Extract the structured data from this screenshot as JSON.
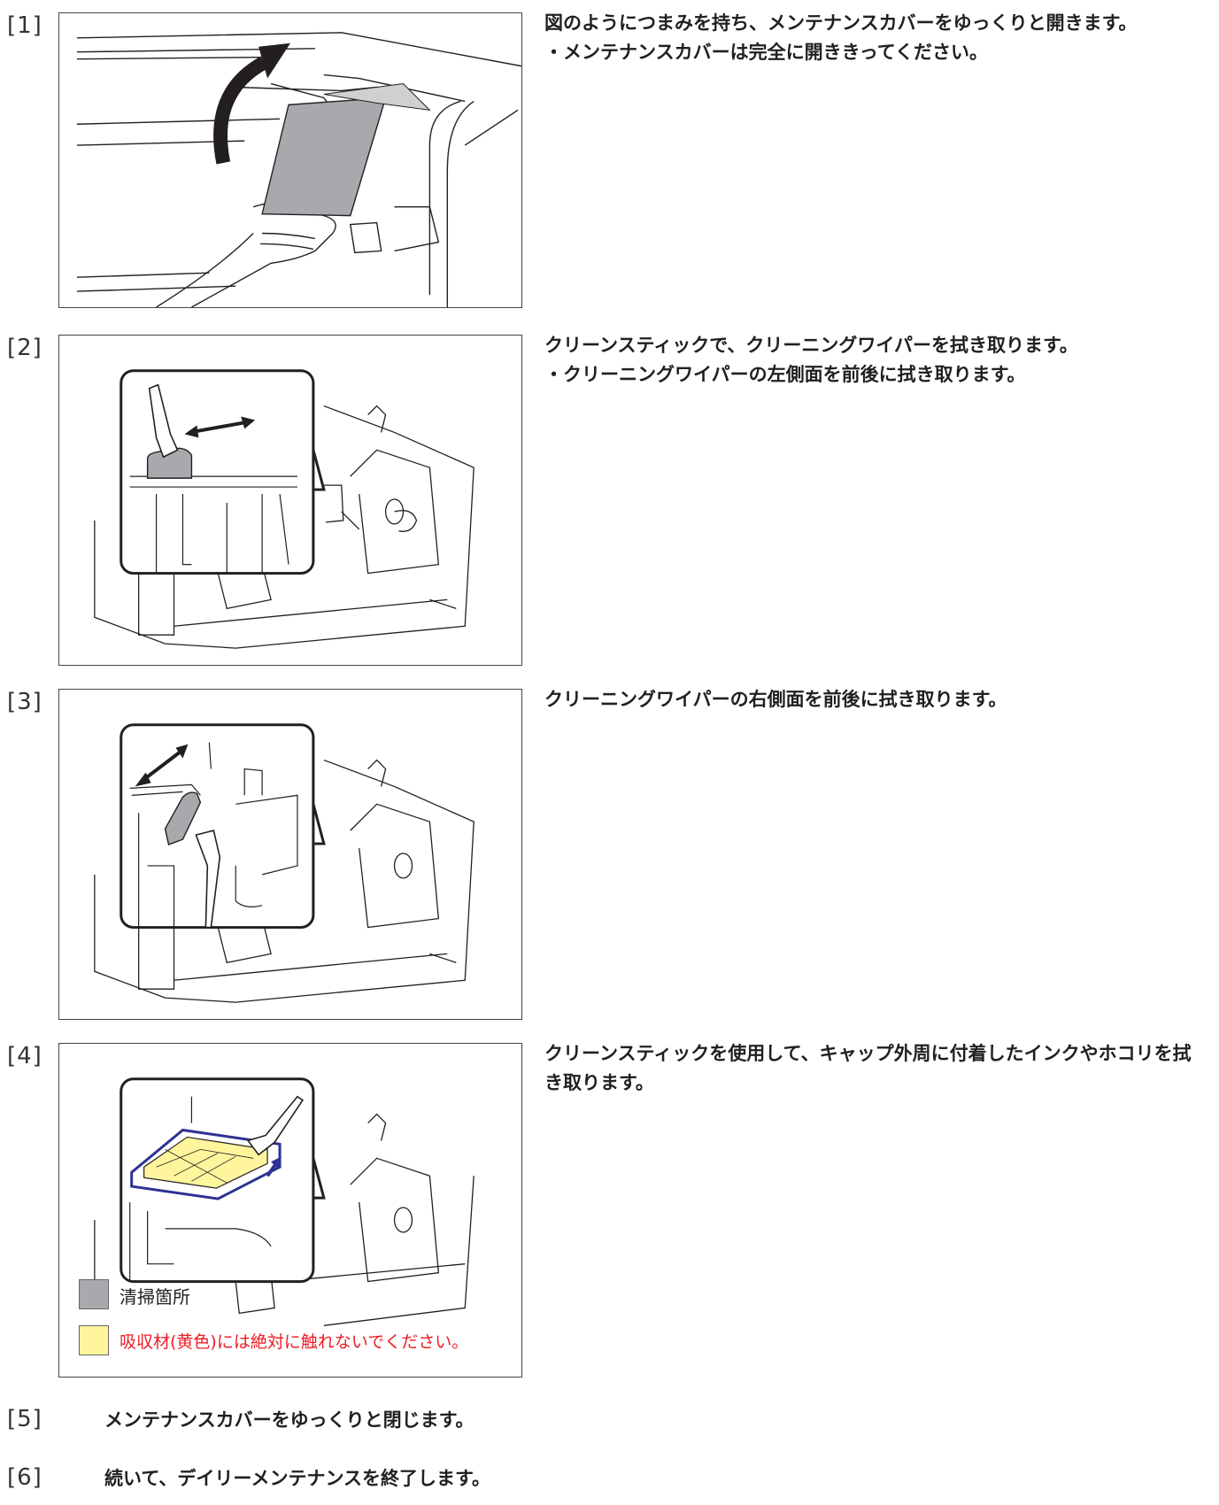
{
  "steps": [
    {
      "number": "[1]",
      "lines": [
        "図のようにつまみを持ち、メンテナンスカバーをゆっくりと開きます。",
        "・メンテナンスカバーは完全に開ききってください。"
      ]
    },
    {
      "number": "[2]",
      "lines": [
        "クリーンスティックで、クリーニングワイパーを拭き取ります。",
        "・クリーニングワイパーの左側面を前後に拭き取ります。"
      ]
    },
    {
      "number": "[3]",
      "lines": [
        "クリーニングワイパーの右側面を前後に拭き取ります。"
      ]
    },
    {
      "number": "[4]",
      "lines": [
        "クリーンスティックを使用して、キャップ外周に付着したインクやホコリを拭き取ります。"
      ],
      "legend": {
        "clean_area_label": "清掃箇所",
        "warning_label": "吸収材(黄色)には絶対に触れないでください。"
      }
    },
    {
      "number": "[5]",
      "lines": [
        "メンテナンスカバーをゆっくりと閉じます。"
      ]
    },
    {
      "number": "[6]",
      "lines": [
        "続いて、デイリーメンテナンスを終了します。"
      ]
    }
  ],
  "colors": {
    "clean_area": "#a7a9ac",
    "absorber": "#fff59d",
    "warning_text": "#ed1c24",
    "cap_outline": "#2e3192",
    "arrow": "#231f20"
  }
}
